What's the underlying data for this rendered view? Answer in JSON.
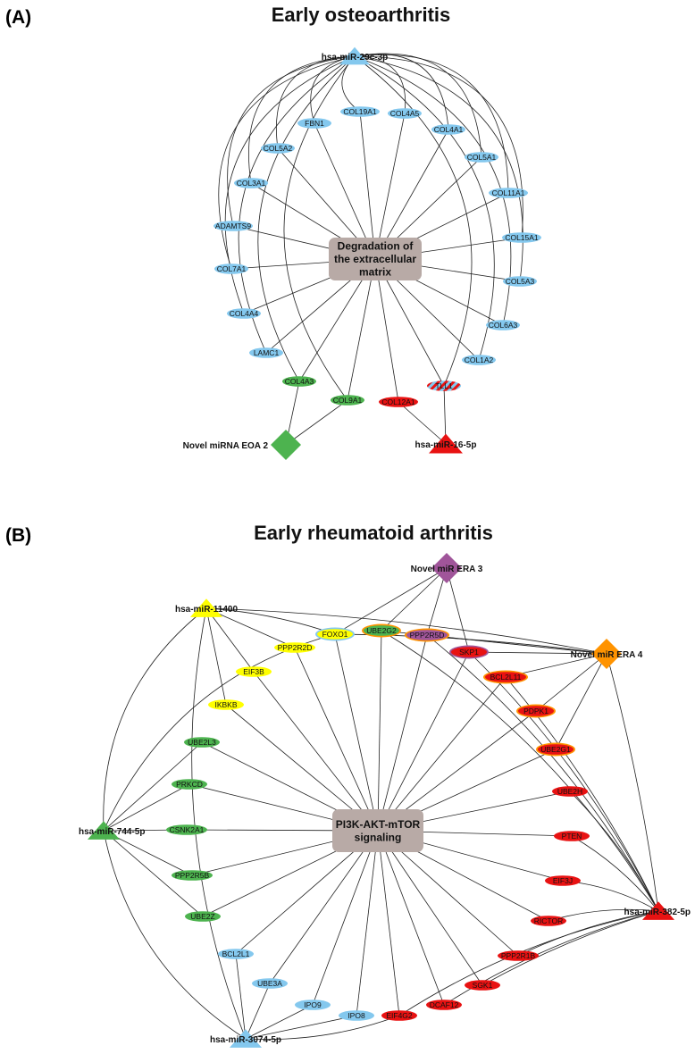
{
  "colors": {
    "blue": "#84c8ee",
    "green": "#4db34f",
    "red": "#e81212",
    "yellow": "#ffff00",
    "orange": "#ff9300",
    "purple": "#a0559a",
    "hub": "#b8aaa6"
  },
  "panel_a": {
    "letter": "(A)",
    "title": "Early osteoarthritis",
    "hub": [
      "Degradation of",
      "the extracellular",
      "matrix"
    ],
    "mirnas": {
      "m29c": "hsa-miR-29c-3p",
      "novel": "Novel miRNA EOA 2",
      "m16": "hsa-miR-16-5p"
    },
    "genes": [
      {
        "id": "FBN1",
        "label": "FBN1",
        "fill": "blue"
      },
      {
        "id": "COL19A1",
        "label": "COL19A1",
        "fill": "blue"
      },
      {
        "id": "COL4A5",
        "label": "COL4A5",
        "fill": "blue"
      },
      {
        "id": "COL4A1",
        "label": "COL4A1",
        "fill": "blue"
      },
      {
        "id": "COL5A2",
        "label": "COL5A2",
        "fill": "blue"
      },
      {
        "id": "COL5A1",
        "label": "COL5A1",
        "fill": "blue"
      },
      {
        "id": "COL3A1",
        "label": "COL3A1",
        "fill": "blue"
      },
      {
        "id": "COL11A1",
        "label": "COL11A1",
        "fill": "blue"
      },
      {
        "id": "ADAMTS9",
        "label": "ADAMTS9",
        "fill": "blue"
      },
      {
        "id": "COL15A1",
        "label": "COL15A1",
        "fill": "blue"
      },
      {
        "id": "COL7A1",
        "label": "COL7A1",
        "fill": "blue"
      },
      {
        "id": "COL5A3",
        "label": "COL5A3",
        "fill": "blue"
      },
      {
        "id": "COL4A4",
        "label": "COL4A4",
        "fill": "blue"
      },
      {
        "id": "COL6A3",
        "label": "COL6A3",
        "fill": "blue"
      },
      {
        "id": "LAMC1",
        "label": "LAMC1",
        "fill": "blue"
      },
      {
        "id": "COL1A2",
        "label": "COL1A2",
        "fill": "blue"
      },
      {
        "id": "COL4A3",
        "label": "COL4A3",
        "fill": "green"
      },
      {
        "id": "TLL1",
        "label": "TLL1",
        "fill": "stripe"
      },
      {
        "id": "COL9A1",
        "label": "COL9A1",
        "fill": "green"
      },
      {
        "id": "COL12A1",
        "label": "COL12A1",
        "fill": "red"
      }
    ]
  },
  "panel_b": {
    "letter": "(B)",
    "title": "Early rheumatoid arthritis",
    "hub": [
      "PI3K-AKT-mTOR",
      "signaling"
    ],
    "mirnas": {
      "era3": "Novel miR ERA 3",
      "m11400": "hsa-miR-11400",
      "era4": "Novel miR ERA 4",
      "m744": "hsa-miR-744-5p",
      "m382": "hsa-miR-382-5p",
      "m3074": "hsa-miR-3074-5p"
    },
    "genes": [
      {
        "id": "FOXO1",
        "label": "FOXO1",
        "fill": "yellow",
        "ring": "blue"
      },
      {
        "id": "UBE2G2",
        "label": "UBE2G2",
        "fill": "green",
        "ring": "orange"
      },
      {
        "id": "PPP2R5D",
        "label": "PPP2R5D",
        "fill": "purple",
        "ring": "orange"
      },
      {
        "id": "PPP2R2D",
        "label": "PPP2R2D",
        "fill": "yellow"
      },
      {
        "id": "SKP1",
        "label": "SKP1",
        "fill": "red",
        "ring": "purple"
      },
      {
        "id": "EIF3B",
        "label": "EIF3B",
        "fill": "yellow"
      },
      {
        "id": "BCL2L11",
        "label": "BCL2L11",
        "fill": "red",
        "ring": "orange"
      },
      {
        "id": "IKBKB",
        "label": "IKBKB",
        "fill": "yellow"
      },
      {
        "id": "PDPK1",
        "label": "PDPK1",
        "fill": "red",
        "ring": "orange"
      },
      {
        "id": "UBE2L3",
        "label": "UBE2L3",
        "fill": "green"
      },
      {
        "id": "UBE2G1",
        "label": "UBE2G1",
        "fill": "red",
        "ring": "orange"
      },
      {
        "id": "PRKCD",
        "label": "PRKCD",
        "fill": "green"
      },
      {
        "id": "UBE2H",
        "label": "UBE2H",
        "fill": "red"
      },
      {
        "id": "CSNK2A1",
        "label": "CSNK2A1",
        "fill": "green"
      },
      {
        "id": "PTEN",
        "label": "PTEN",
        "fill": "red"
      },
      {
        "id": "PPP2R5B",
        "label": "PPP2R5B",
        "fill": "green"
      },
      {
        "id": "EIF3J",
        "label": "EIF3J",
        "fill": "red"
      },
      {
        "id": "UBE2Z",
        "label": "UBE2Z",
        "fill": "green"
      },
      {
        "id": "RICTOR",
        "label": "RICTOR",
        "fill": "red"
      },
      {
        "id": "BCL2L1",
        "label": "BCL2L1",
        "fill": "blue"
      },
      {
        "id": "PPP2R1B",
        "label": "PPP2R1B",
        "fill": "red"
      },
      {
        "id": "UBE3A",
        "label": "UBE3A",
        "fill": "blue"
      },
      {
        "id": "SGK1",
        "label": "SGK1",
        "fill": "red"
      },
      {
        "id": "IPO9",
        "label": "IPO9",
        "fill": "blue"
      },
      {
        "id": "DCAF12",
        "label": "DCAF12",
        "fill": "red"
      },
      {
        "id": "IPO8",
        "label": "IPO8",
        "fill": "blue"
      },
      {
        "id": "EIF4G2",
        "label": "EIF4G2",
        "fill": "red"
      }
    ]
  }
}
